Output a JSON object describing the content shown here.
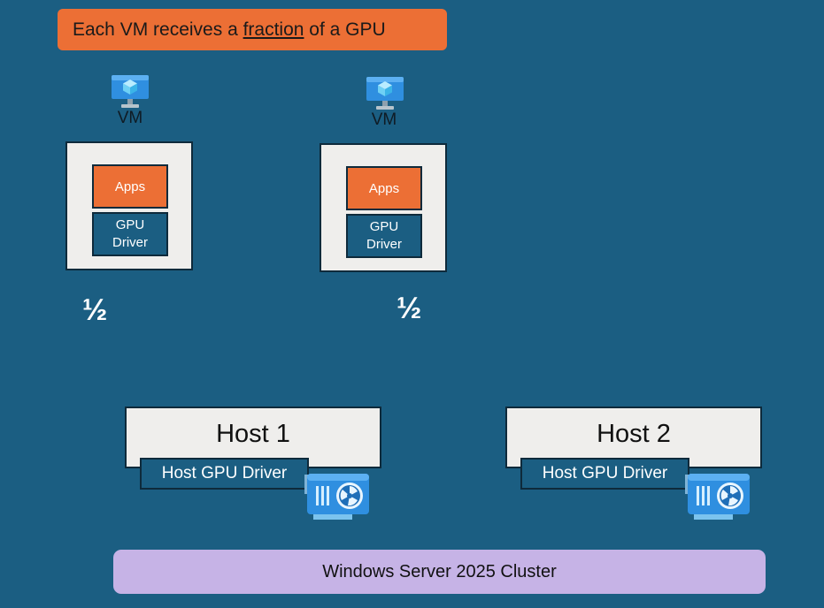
{
  "banner": {
    "prefix": "Each VM receives a ",
    "underlined": "fraction",
    "suffix": " of a GPU",
    "color": "#ec6f35"
  },
  "vms": [
    {
      "label": "VM",
      "apps_label": "Apps",
      "driver_line1": "GPU",
      "driver_line2": "Driver",
      "share": "½",
      "icon": "vm-monitor-icon"
    },
    {
      "label": "VM",
      "apps_label": "Apps",
      "driver_line1": "GPU",
      "driver_line2": "Driver",
      "share": "½",
      "icon": "vm-monitor-icon"
    }
  ],
  "hosts": [
    {
      "title": "Host 1",
      "driver_label": "Host GPU Driver",
      "icon": "gpu-card-icon"
    },
    {
      "title": "Host 2",
      "driver_label": "Host GPU Driver",
      "icon": "gpu-card-icon"
    }
  ],
  "cluster": {
    "label": "Windows Server 2025 Cluster",
    "color": "#c6b3e6"
  },
  "colors": {
    "background": "#1b5e82",
    "apps": "#ec6f35",
    "driver": "#1b5e82",
    "box": "#efeeec"
  }
}
